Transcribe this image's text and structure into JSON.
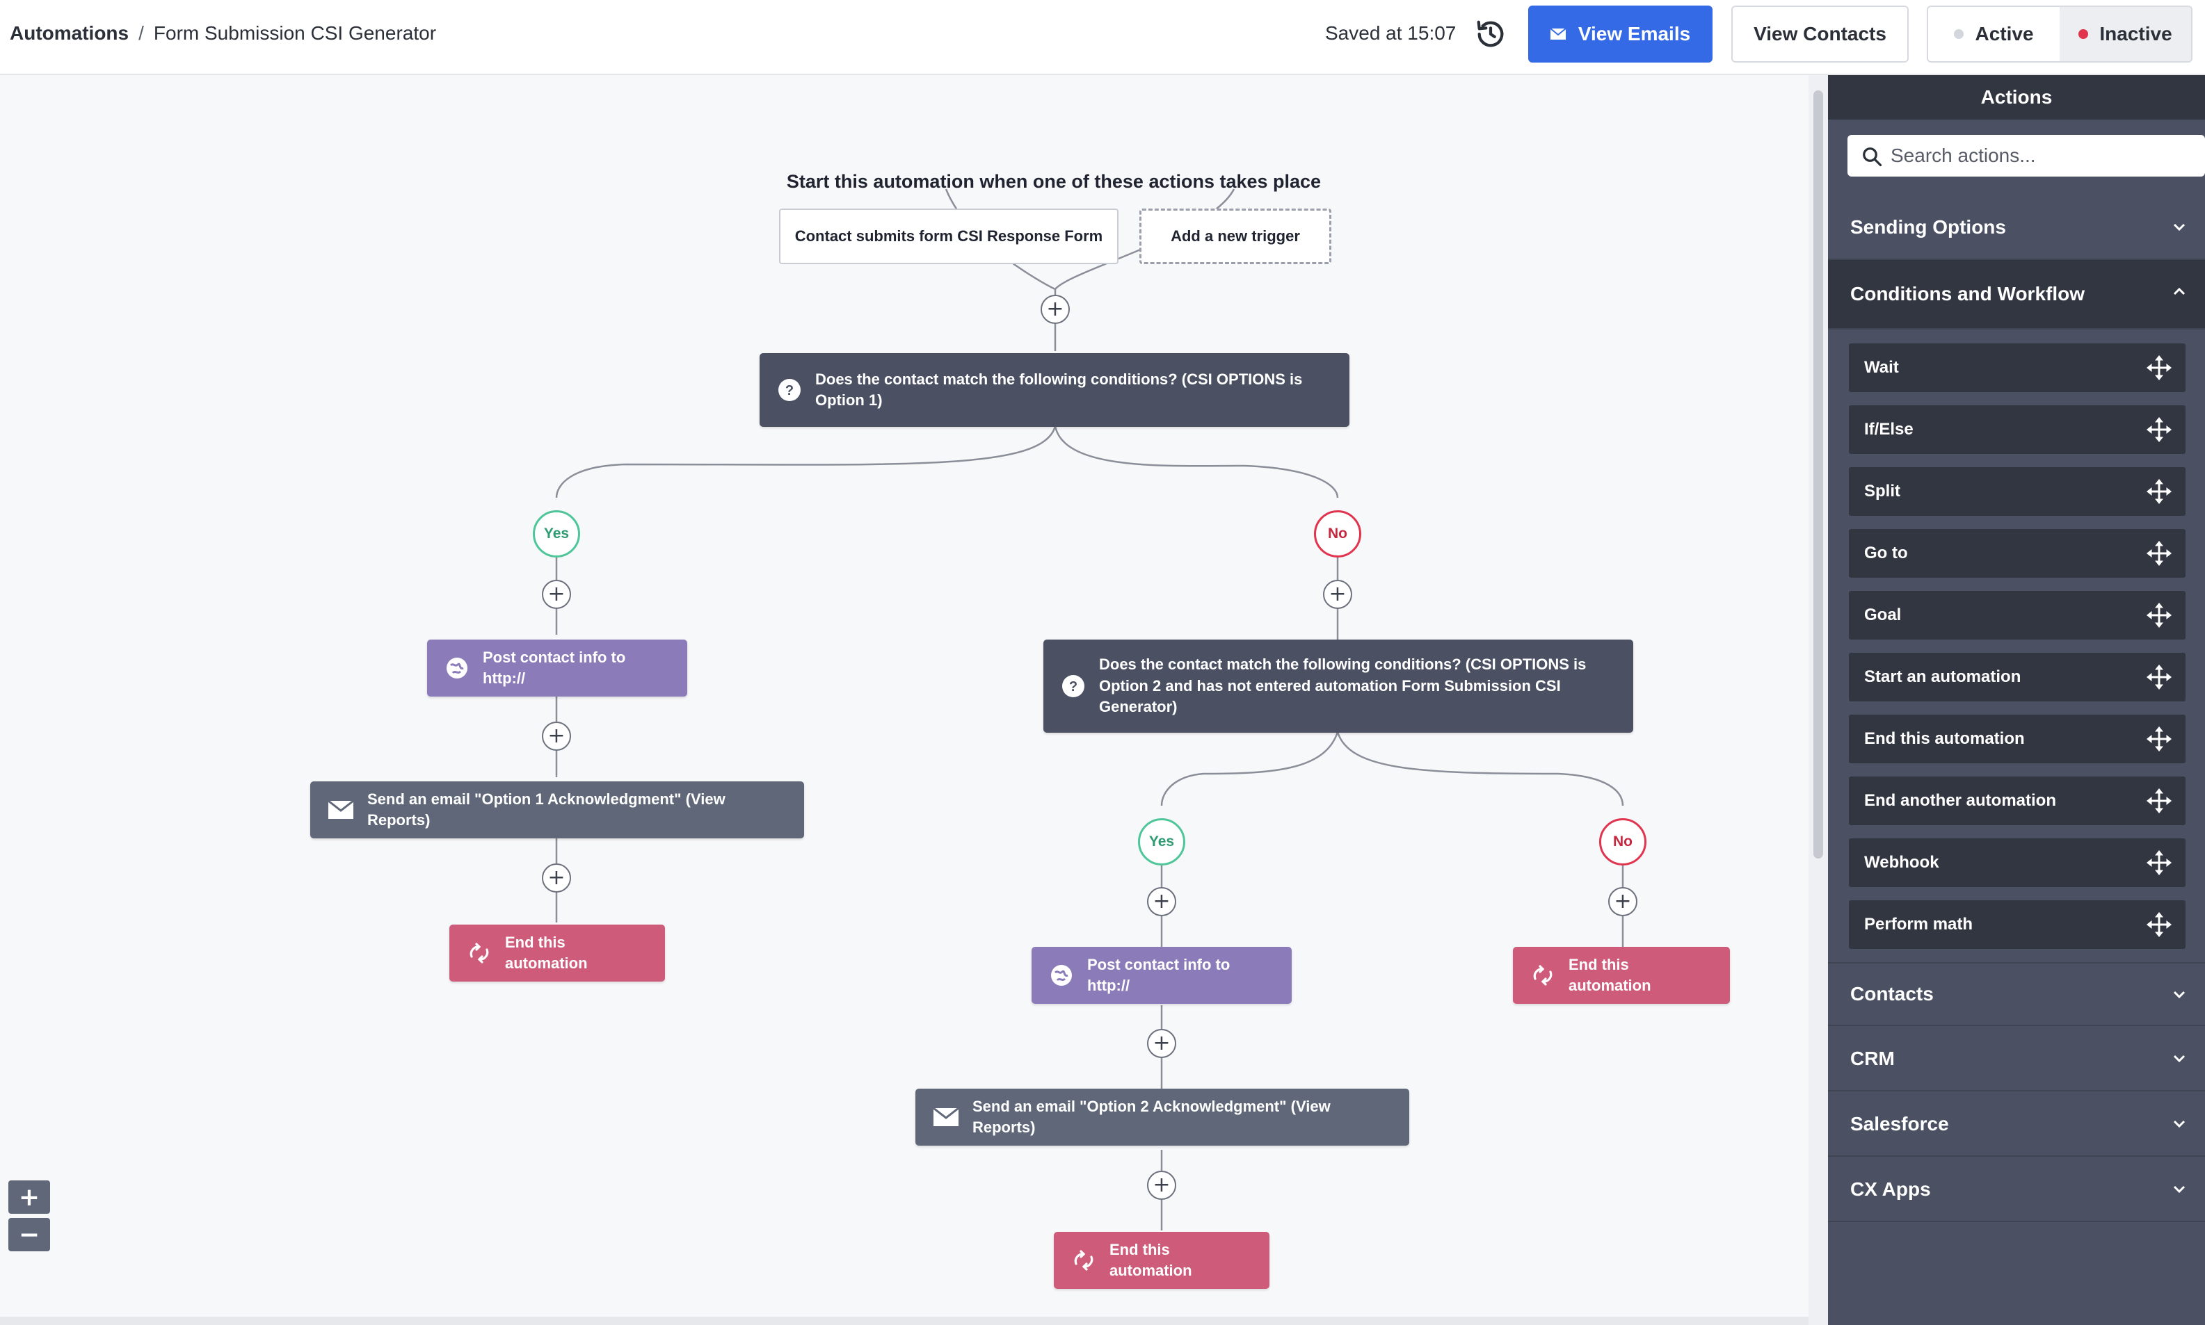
{
  "header": {
    "breadcrumb_root": "Automations",
    "breadcrumb_sep": "/",
    "breadcrumb_current": "Form Submission CSI Generator",
    "saved_text": "Saved at 15:07",
    "view_emails": "View Emails",
    "view_contacts": "View Contacts",
    "status_active": "Active",
    "status_inactive": "Inactive",
    "colors": {
      "primary": "#356ae6",
      "active_dot": "#d3d6dc",
      "inactive_dot": "#e0344f"
    }
  },
  "canvas": {
    "trigger_title": "Start this automation when one of these actions takes place",
    "triggers": {
      "form": "Contact submits form CSI Response Form",
      "add": "Add a new trigger"
    },
    "condition1": "Does the contact match the following conditions? (CSI OPTIONS is Option 1)",
    "yes": "Yes",
    "no": "No",
    "post_contact": "Post contact info to http://",
    "email1": "Send an email \"Option 1 Acknowledgment\" (View Reports)",
    "end": "End this automation",
    "condition2": "Does the contact match the following conditions? (CSI OPTIONS is Option 2 and has not entered automation Form Submission CSI Generator)",
    "email2": "Send an email \"Option 2 Acknowledgment\" (View Reports)",
    "plus_symbol": "+",
    "zoom_in": "+",
    "zoom_out": "−",
    "colors": {
      "condition": "#4b5162",
      "post": "#8b7bb8",
      "email": "#5f6778",
      "end": "#cf5b7a",
      "yes": "#4fc69a",
      "no": "#e0344f"
    }
  },
  "sidebar": {
    "title": "Actions",
    "search_placeholder": "Search actions...",
    "sections": {
      "sending": "Sending Options",
      "conditions": "Conditions and Workflow",
      "contacts": "Contacts",
      "crm": "CRM",
      "salesforce": "Salesforce",
      "cx": "CX Apps"
    },
    "items": [
      "Wait",
      "If/Else",
      "Split",
      "Go to",
      "Goal",
      "Start an automation",
      "End this automation",
      "End another automation",
      "Webhook",
      "Perform math"
    ]
  }
}
